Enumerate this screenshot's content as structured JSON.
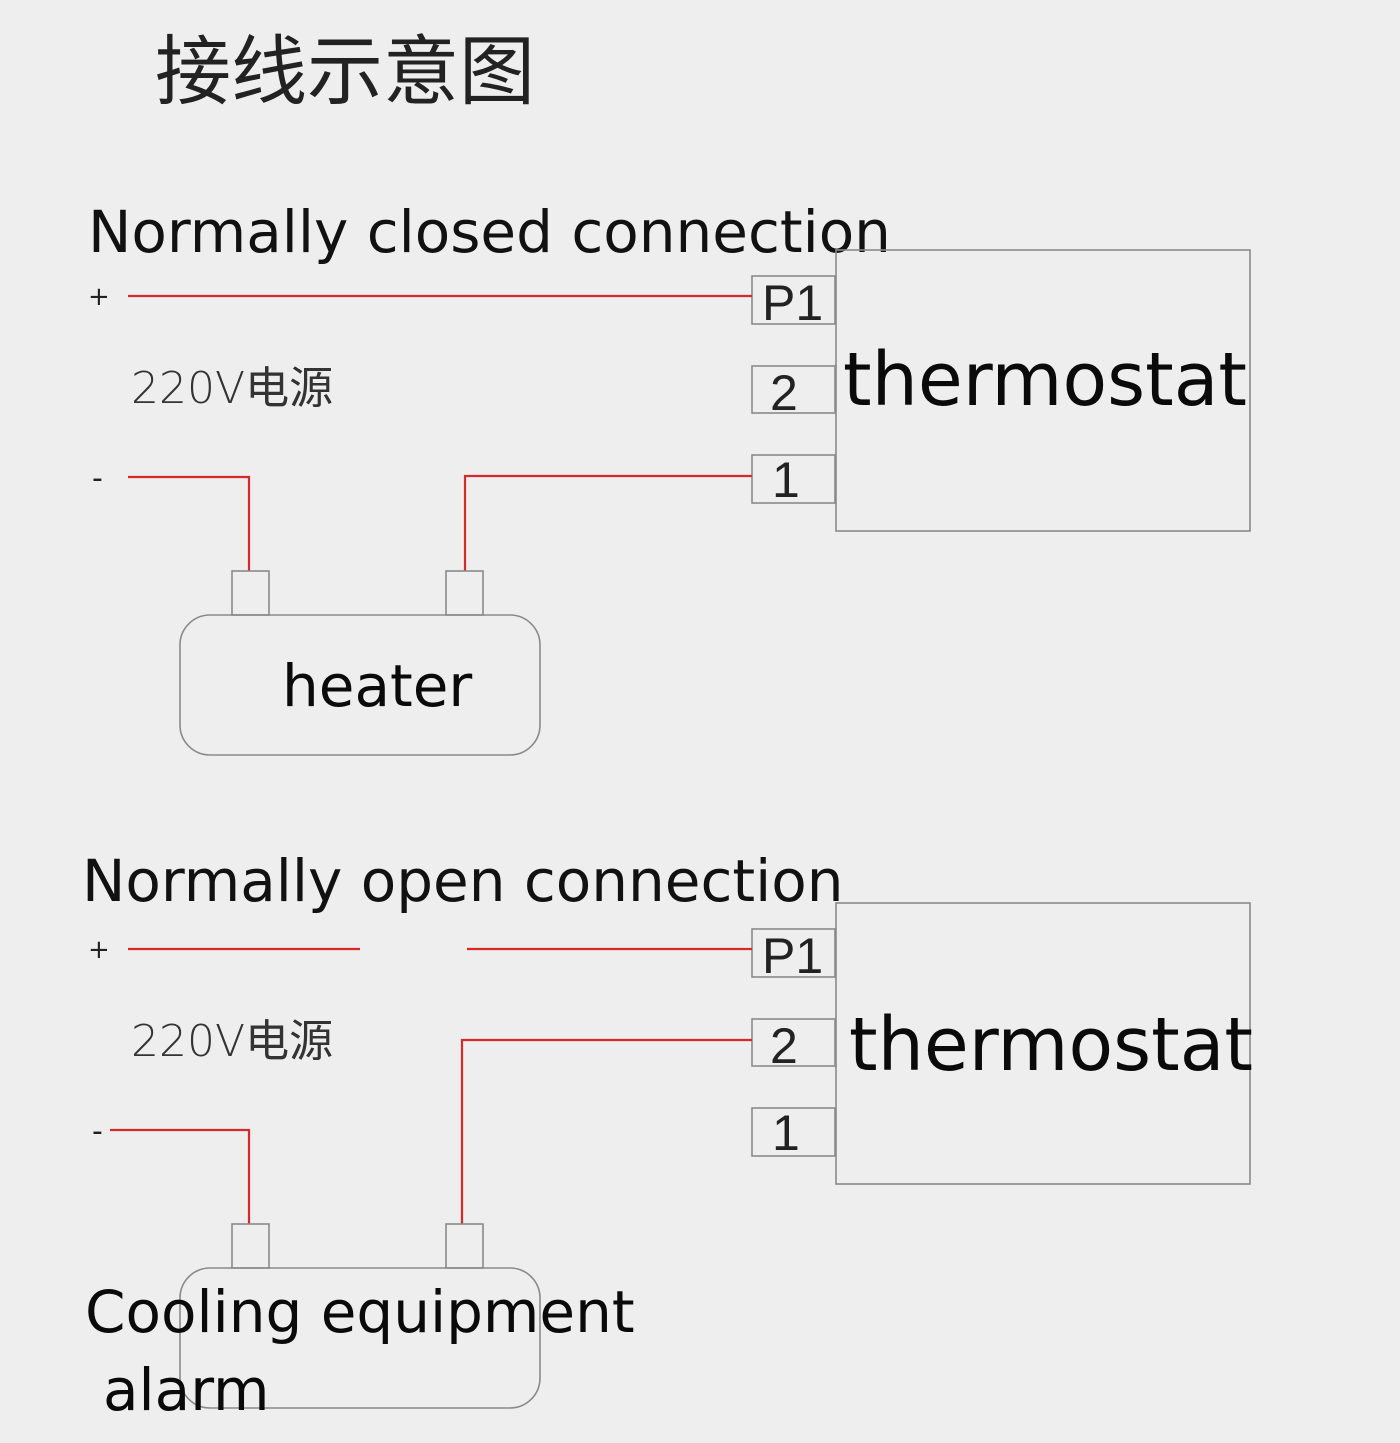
{
  "title": "接线示意图",
  "colors": {
    "background": "#efeeef",
    "wire": "#d62a2a",
    "outline": "#8a8a8a",
    "text": "#111111"
  },
  "nc": {
    "heading": "Normally closed connection",
    "plus": "+",
    "minus": "-",
    "source": "220V电源",
    "device": "thermostat",
    "terminals": [
      "P1",
      "2",
      "1"
    ],
    "load": "heater"
  },
  "no": {
    "heading": "Normally open connection",
    "plus": "+",
    "minus": "-",
    "source": "220V电源",
    "device": "thermostat",
    "terminals": [
      "P1",
      "2",
      "1"
    ],
    "load_line1": "Cooling equipment",
    "load_line2": "alarm"
  }
}
